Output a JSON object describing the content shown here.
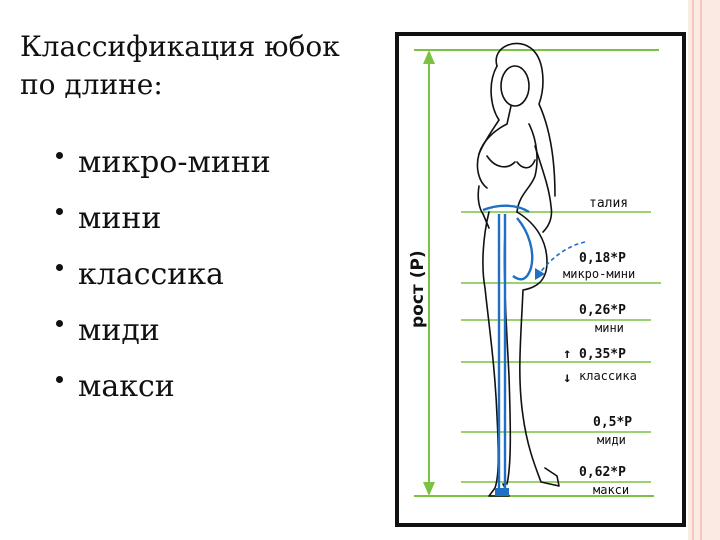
{
  "slide": {
    "title_line1": "Классификация юбок",
    "title_line2": "по длине:",
    "bullets": [
      "микро-мини",
      "мини",
      "классика",
      "миди",
      "макси"
    ]
  },
  "diagram": {
    "height_axis_label": "рост (Р)",
    "waist_label": "талия",
    "levels": [
      {
        "value": "0,18*Р",
        "name": "микро-мини"
      },
      {
        "value": "0,26*Р",
        "name": "мини"
      },
      {
        "value": "0,35*Р",
        "name": "классика",
        "up_arrow": "↑",
        "down_arrow": "↓"
      },
      {
        "value": "0,5*Р",
        "name": "миди"
      },
      {
        "value": "0,62*Р",
        "name": "макси"
      }
    ],
    "colors": {
      "measure_line": "#7cc242",
      "tape": "#1f6fc4",
      "outline": "#111111"
    }
  }
}
